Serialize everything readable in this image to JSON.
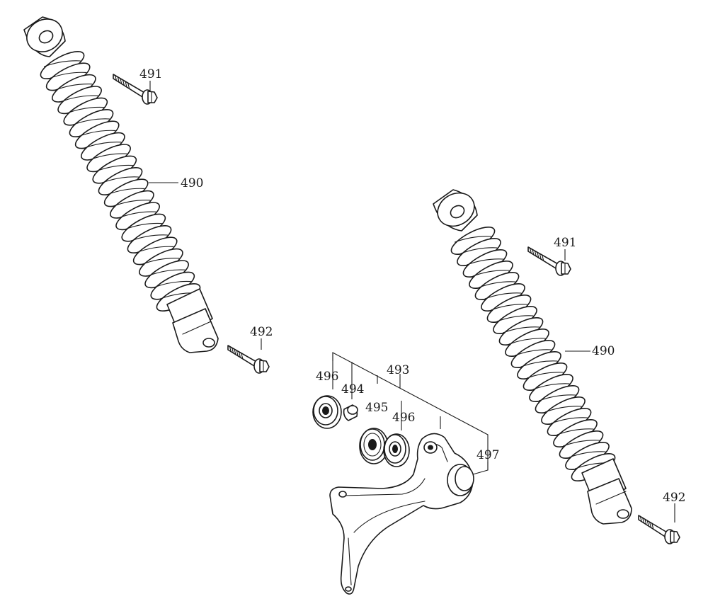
{
  "callouts": {
    "left_shock": "490",
    "left_upper_bolt": "491",
    "left_lower_bolt": "492",
    "bracket_assembly": "493",
    "spacer": "494",
    "center_bearing": "495",
    "bearing_a": "496",
    "bearing_b": "496",
    "bracket": "497",
    "right_upper_bolt": "491",
    "right_shock": "490",
    "right_lower_bolt": "492"
  }
}
